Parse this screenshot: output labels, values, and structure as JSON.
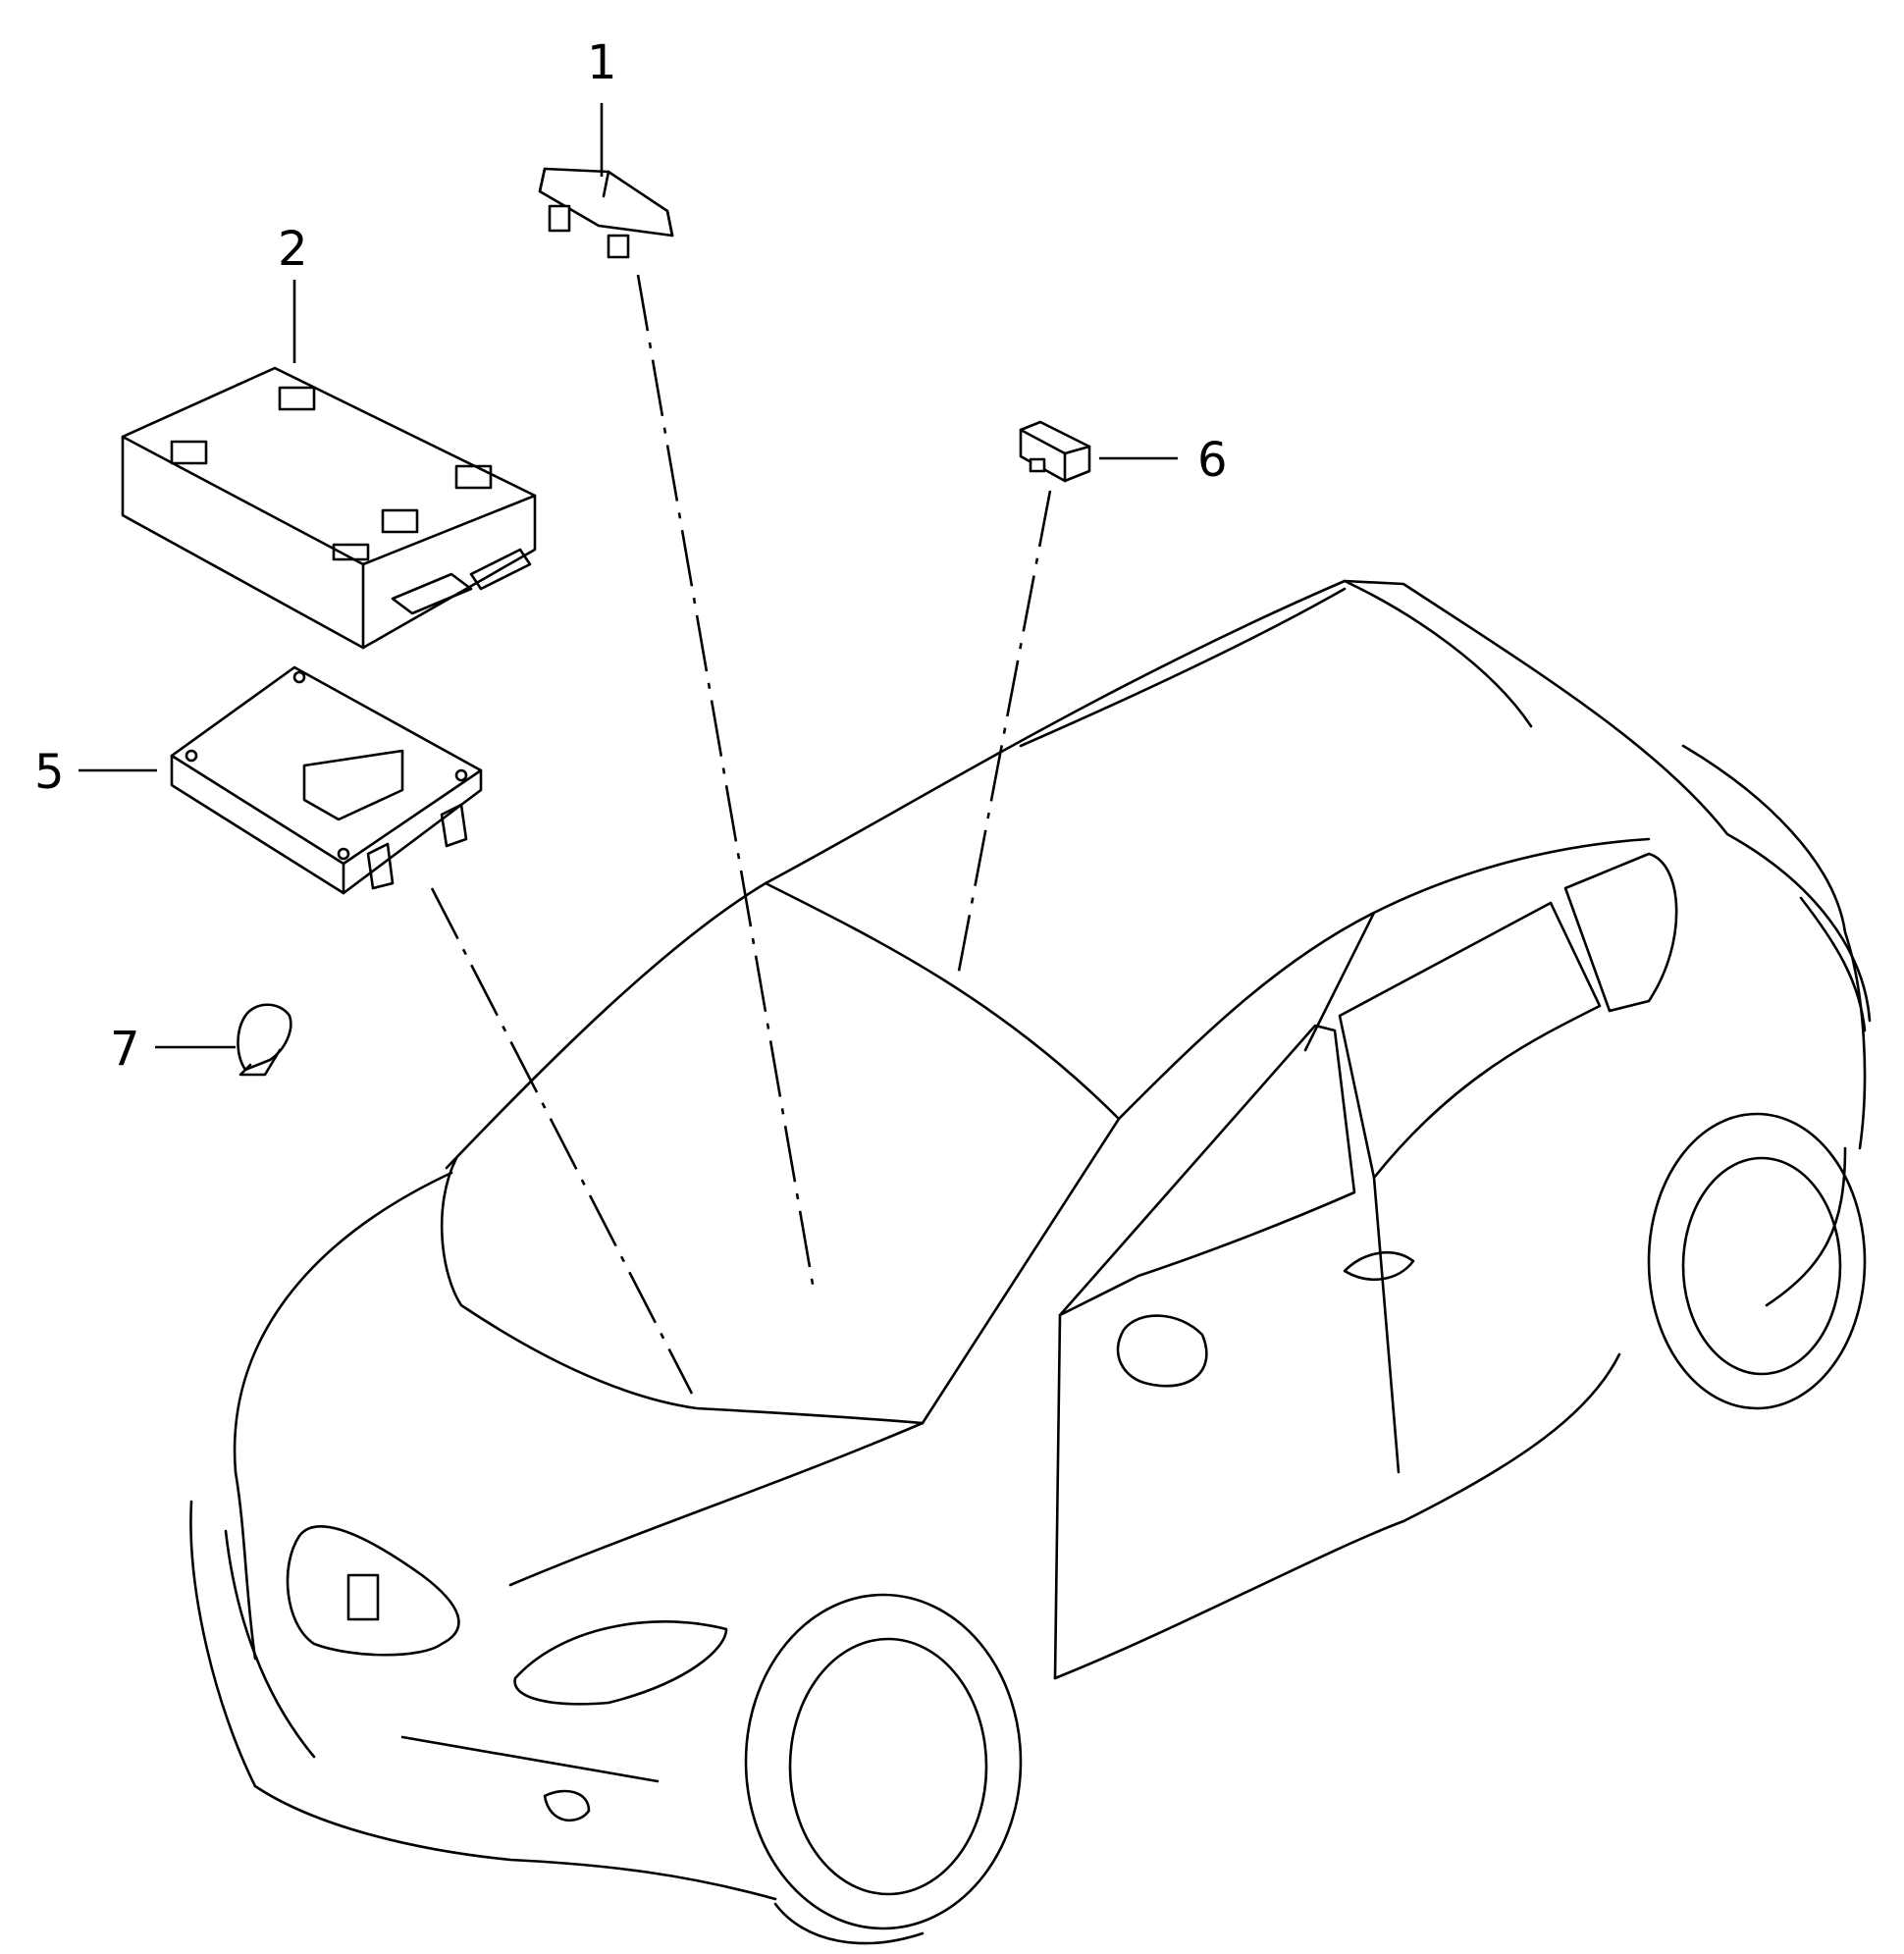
{
  "callouts": [
    {
      "id": "1",
      "label": "1"
    },
    {
      "id": "2",
      "label": "2"
    },
    {
      "id": "5",
      "label": "5"
    },
    {
      "id": "6",
      "label": "6"
    },
    {
      "id": "7",
      "label": "7"
    }
  ]
}
